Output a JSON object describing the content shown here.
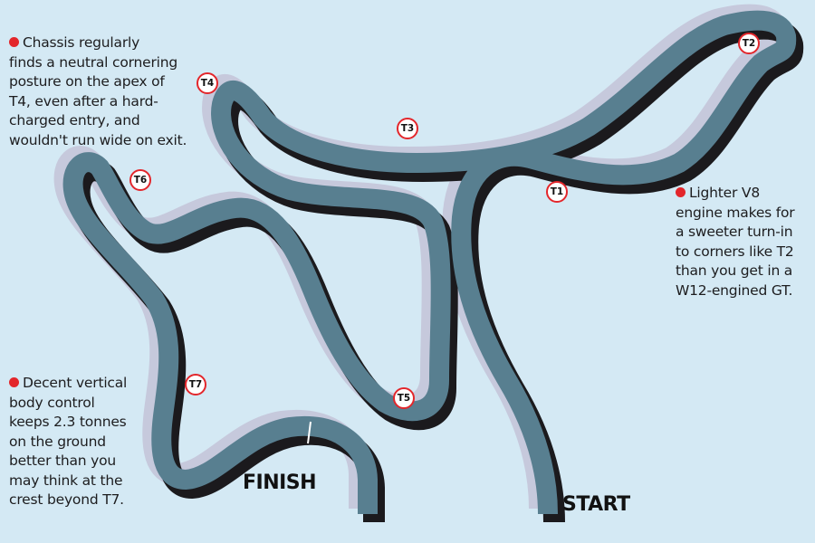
{
  "notes": [
    {
      "lines": [
        "Chassis regularly",
        "finds a neutral cornering",
        "posture on the apex of",
        "T4, even after a hard-",
        "charged entry, and",
        "wouldn't run wide on exit."
      ]
    },
    {
      "lines": [
        "Lighter V8",
        "engine makes for",
        "a sweeter turn-in",
        "to corners like T2",
        "than you get in a",
        "W12-engined GT."
      ]
    },
    {
      "lines": [
        "Decent vertical",
        "body control",
        "keeps 2.3 tonnes",
        "on the ground",
        "better than you",
        "may think at the",
        "crest beyond T7."
      ]
    }
  ],
  "labels": {
    "start": "START",
    "finish": "FINISH"
  },
  "turns": [
    "T1",
    "T2",
    "T3",
    "T4",
    "T5",
    "T6",
    "T7"
  ],
  "colors": {
    "background": "#d4e9f4",
    "track": "#587f90",
    "accent": "#e3262b"
  }
}
